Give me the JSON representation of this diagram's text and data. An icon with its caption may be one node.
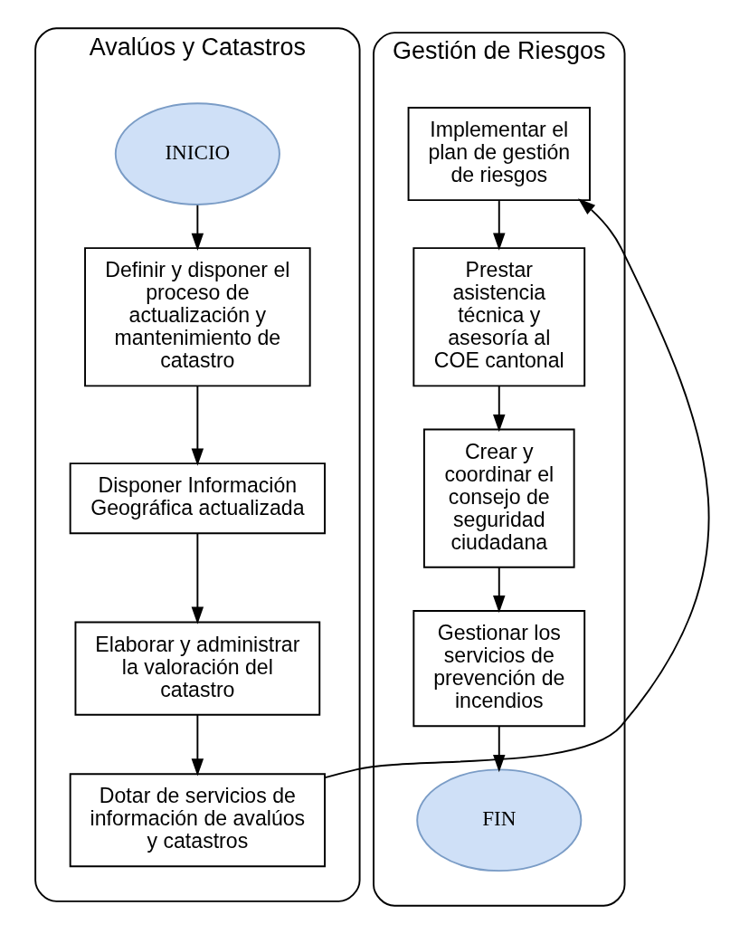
{
  "diagram": {
    "nodes": [
      {
        "text": [
          "Avalúos y Catastros"
        ]
      },
      {
        "text": [
          "Gestión de Riesgos"
        ]
      },
      {
        "text": [
          "INICIO"
        ],
        "in": 0
      },
      {
        "text": [
          "Definir y disponer el proceso de actualización y mantenimiento de catastro"
        ],
        "in": 0
      },
      {
        "text": [
          "Disponer Información Geográfica actualizada"
        ],
        "in": 0
      },
      {
        "text": [
          "Elaborar y administrar la valoración del catastro"
        ],
        "in": 0
      },
      {
        "text": [
          "Dotar de servicios de información de avalúos y catastros"
        ],
        "in": 0
      },
      {
        "text": [
          "Implementar el plan de gestión de riesgos"
        ],
        "in": 1
      },
      {
        "text": [
          "Prestar asistencia técnica y asesoría al COE cantonal"
        ],
        "in": 1
      },
      {
        "text": [
          "Crear y coordinar el consejo de seguridad ciudadana"
        ],
        "in": 1
      },
      {
        "text": [
          "Gestionar los servicios de prevención de incendios"
        ],
        "in": 1
      },
      {
        "text": [
          "FIN"
        ],
        "in": 1
      }
    ],
    "edges": [
      {
        "from": 2,
        "to": 3,
        "arrow": "to"
      },
      {
        "from": 3,
        "to": 4,
        "arrow": "to"
      },
      {
        "from": 4,
        "to": 5,
        "arrow": "to"
      },
      {
        "from": 5,
        "to": 6,
        "arrow": "to"
      },
      {
        "from": 6,
        "to": 7,
        "arrow": "to"
      },
      {
        "from": 7,
        "to": 8,
        "arrow": "to"
      },
      {
        "from": 8,
        "to": 9,
        "arrow": "to"
      },
      {
        "from": 9,
        "to": 10,
        "arrow": "to"
      },
      {
        "from": 10,
        "to": 11,
        "arrow": "to"
      }
    ]
  }
}
